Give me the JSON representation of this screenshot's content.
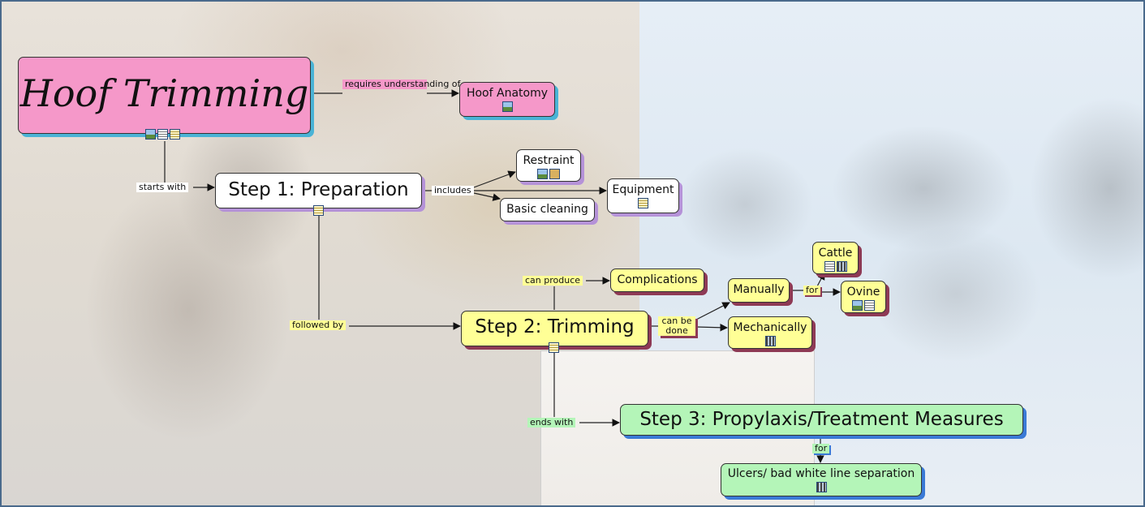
{
  "colors": {
    "pink": "#f598c9",
    "white": "#ffffff",
    "yellow": "#ffff96",
    "green": "#b4f5b8",
    "border": "#4a6a8c"
  },
  "concepts": {
    "hoof_trimming": {
      "label": "Hoof Trimming",
      "icons": [
        "image-icon",
        "document-icon",
        "note-icon"
      ]
    },
    "hoof_anatomy": {
      "label": "Hoof Anatomy",
      "icons": [
        "image-icon"
      ]
    },
    "step1": {
      "label": "Step 1: Preparation",
      "icons": [
        "note-icon"
      ]
    },
    "restraint": {
      "label": "Restraint",
      "icons": [
        "image-icon",
        "video-icon"
      ]
    },
    "basic_cleaning": {
      "label": "Basic cleaning"
    },
    "equipment": {
      "label": "Equipment",
      "icons": [
        "note-icon"
      ]
    },
    "complications": {
      "label": "Complications"
    },
    "step2": {
      "label": "Step 2: Trimming",
      "icons": [
        "note-icon"
      ]
    },
    "manually": {
      "label": "Manually"
    },
    "mechanically": {
      "label": "Mechanically",
      "icons": [
        "video-icon"
      ]
    },
    "cattle": {
      "label": "Cattle",
      "icons": [
        "document-icon",
        "video-icon"
      ]
    },
    "ovine": {
      "label": "Ovine",
      "icons": [
        "image-icon",
        "document-icon"
      ]
    },
    "step3": {
      "label": "Step 3: Propylaxis/Treatment Measures"
    },
    "ulcers": {
      "label": "Ulcers/ bad white line separation",
      "icons": [
        "video-icon"
      ]
    }
  },
  "links": {
    "requires": "requires understanding of",
    "starts_with": "starts with",
    "includes": "includes",
    "followed_by": "followed by",
    "can_produce": "can produce",
    "can_be_done": "can be done",
    "for_manual": "for",
    "ends_with": "ends with",
    "for_step3": "for"
  }
}
